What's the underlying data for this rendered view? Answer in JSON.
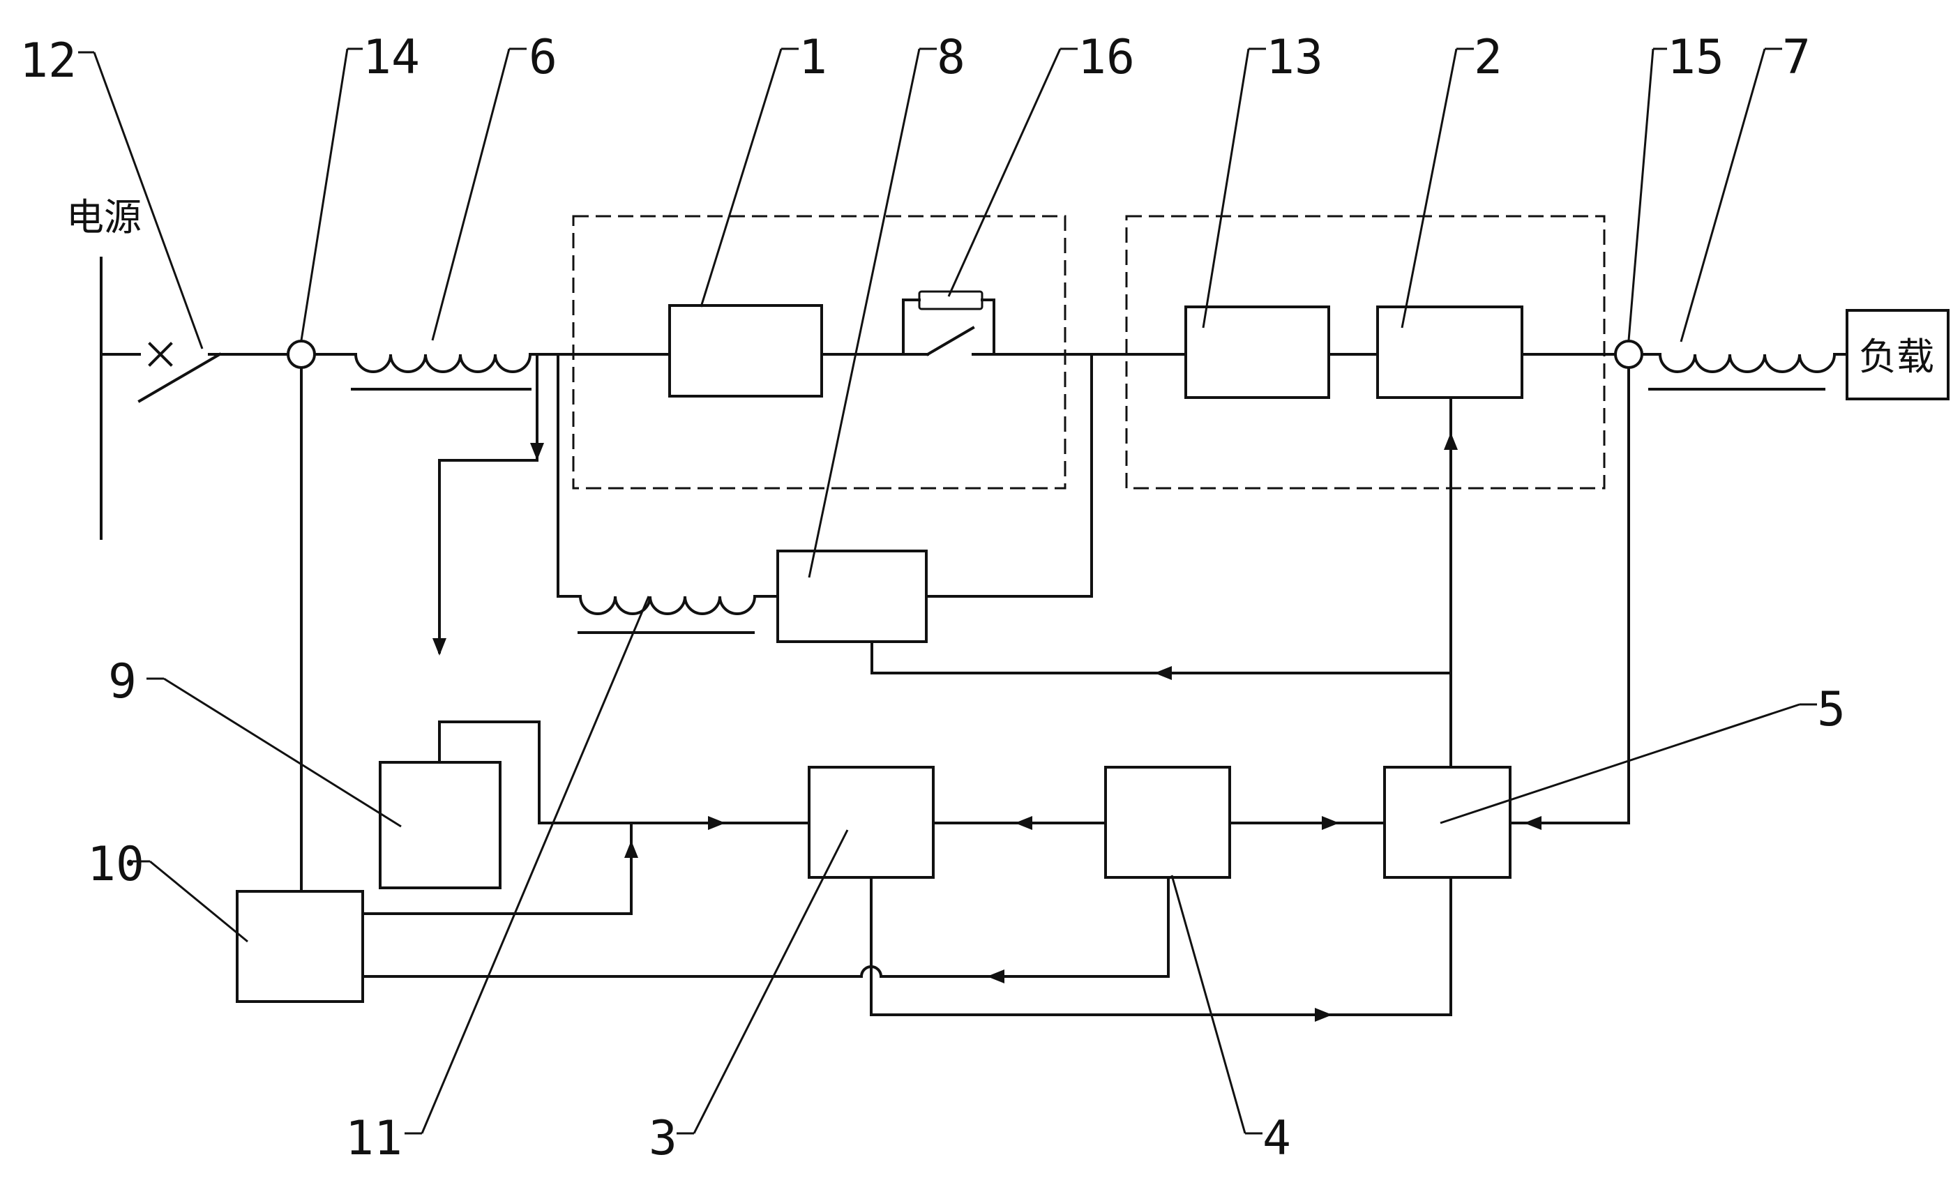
{
  "labels": {
    "power_source": "电源",
    "load": "负载",
    "n1": "1",
    "n2": "2",
    "n3": "3",
    "n4": "4",
    "n5": "5",
    "n6": "6",
    "n7": "7",
    "n8": "8",
    "n9": "9",
    "n10": "10",
    "n11": "11",
    "n12": "12",
    "n13": "13",
    "n14": "14",
    "n15": "15",
    "n16": "16"
  }
}
